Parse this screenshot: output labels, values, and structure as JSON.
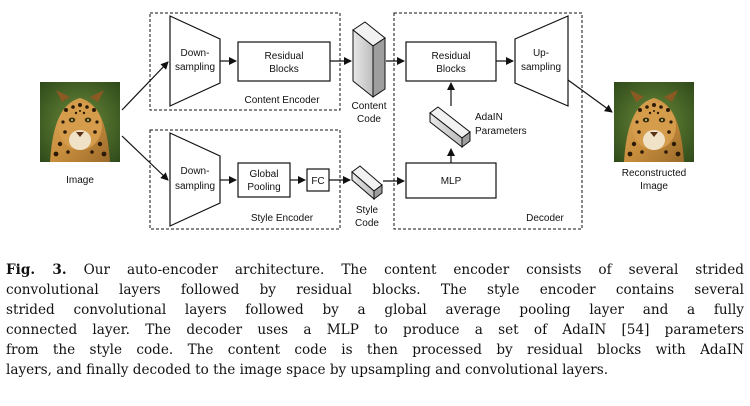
{
  "figure": {
    "input_label": "Image",
    "output_label": [
      "Reconstructed",
      "Image"
    ],
    "content_encoder": {
      "title": "Content Encoder",
      "downsampling": [
        "Down-",
        "sampling"
      ],
      "residual_blocks": [
        "Residual",
        "Blocks"
      ]
    },
    "style_encoder": {
      "title": "Style Encoder",
      "downsampling": [
        "Down-",
        "sampling"
      ],
      "global_pooling": [
        "Global",
        "Pooling"
      ],
      "fc": "FC"
    },
    "content_code": [
      "Content",
      "Code"
    ],
    "style_code": [
      "Style",
      "Code"
    ],
    "decoder": {
      "title": "Decoder",
      "residual_blocks": [
        "Residual",
        "Blocks"
      ],
      "upsampling": [
        "Up-",
        "sampling"
      ],
      "adain_parameters": [
        "AdaIN",
        "Parameters"
      ],
      "mlp": "MLP"
    }
  },
  "caption": {
    "label": "Fig. 3.",
    "lines": [
      " Our auto-encoder architecture. The content encoder consists of several strided",
      "convolutional layers followed by residual blocks. The style encoder contains several",
      "strided convolutional layers followed by a global average pooling layer and a fully",
      "connected layer. The decoder uses a MLP to produce a set of AdaIN [54] parameters",
      "from the style code. The content code is then processed by residual blocks with AdaIN",
      "layers, and finally decoded to the image space by upsampling and convolutional layers."
    ]
  }
}
